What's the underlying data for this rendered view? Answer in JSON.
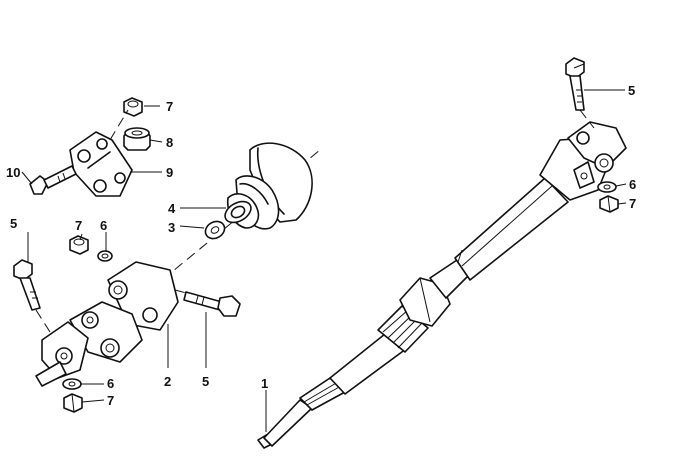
{
  "diagram": {
    "callouts": {
      "c1": "1",
      "c2": "2",
      "c3": "3",
      "c4": "4",
      "c5_top_right": "5",
      "c5_left": "5",
      "c5_bottom": "5",
      "c6_right": "6",
      "c6_mid": "6",
      "c6_bottom": "6",
      "c7_top": "7",
      "c7_right": "7",
      "c7_mid": "7",
      "c7_bottom": "7",
      "c8": "8",
      "c9": "9",
      "c10": "10"
    }
  }
}
